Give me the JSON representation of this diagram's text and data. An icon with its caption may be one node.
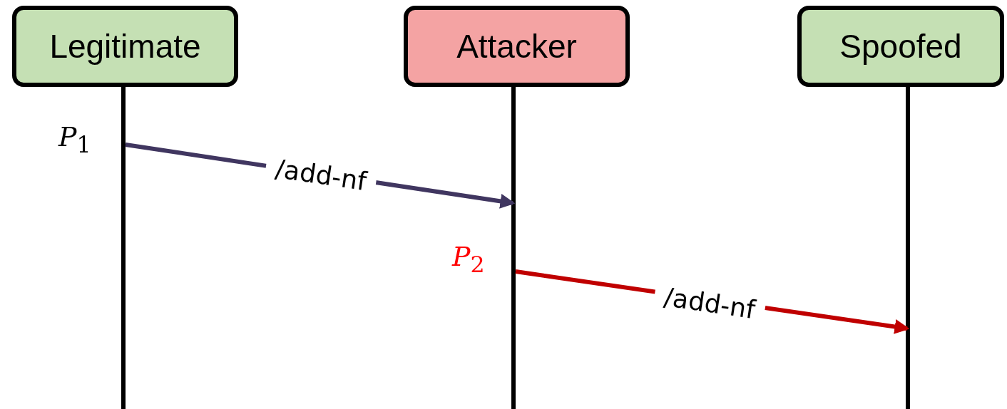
{
  "diagram": {
    "nodes": [
      {
        "text": [
          "Legitimate"
        ]
      },
      {
        "text": [
          "Attacker"
        ]
      },
      {
        "text": [
          "Spoofed"
        ]
      }
    ],
    "edges": [
      {
        "from": 0,
        "to": 1,
        "arrow": "to",
        "label": "/add-nf"
      },
      {
        "from": 1,
        "to": 2,
        "arrow": "to",
        "label": "/add-nf",
        "color": "#c00000"
      }
    ],
    "labels": [
      "*P*$_{1}$",
      "*P*$_{2}$"
    ]
  }
}
